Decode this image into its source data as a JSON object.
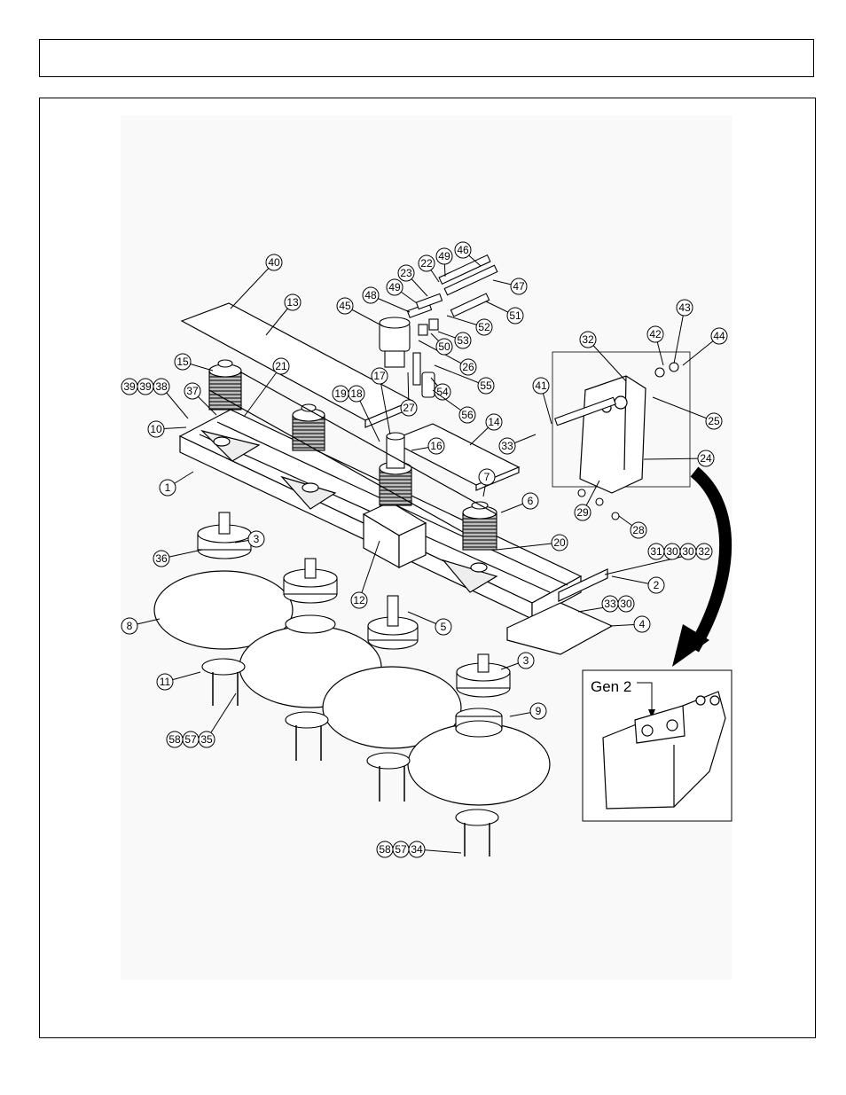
{
  "header": {
    "title": ""
  },
  "callouts": {
    "c1": "1",
    "c2": "2",
    "c3a": "3",
    "c3b": "3",
    "c4": "4",
    "c5": "5",
    "c6": "6",
    "c7": "7",
    "c8": "8",
    "c9": "9",
    "c10": "10",
    "c11": "11",
    "c12": "12",
    "c13": "13",
    "c14": "14",
    "c15": "15",
    "c16": "16",
    "c17": "17",
    "c20": "20",
    "c21": "21",
    "c22": "22",
    "c23": "23",
    "c24": "24",
    "c25": "25",
    "c26": "26",
    "c27": "27",
    "c28": "28",
    "c29": "29",
    "c32": "32",
    "c33": "33",
    "c36": "36",
    "c37": "37",
    "c40": "40",
    "c41": "41",
    "c42": "42",
    "c43": "43",
    "c44": "44",
    "c45": "45",
    "c46": "46",
    "c47": "47",
    "c48": "48",
    "c49a": "49",
    "c49b": "49",
    "c50": "50",
    "c51": "51",
    "c52": "52",
    "c53": "53",
    "c54": "54",
    "c55": "55",
    "c56": "56"
  },
  "groups": {
    "g_39_39_38": [
      "39",
      "39",
      "38"
    ],
    "g_19_18": [
      "19",
      "18"
    ],
    "g_31_30_30_32": [
      "31",
      "30",
      "30",
      "32"
    ],
    "g_33_30": [
      "33",
      "30"
    ],
    "g_58_57_35": [
      "58",
      "57",
      "35"
    ],
    "g_58_57_34": [
      "58",
      "57",
      "34"
    ]
  },
  "inset": {
    "label": "Gen 2"
  }
}
